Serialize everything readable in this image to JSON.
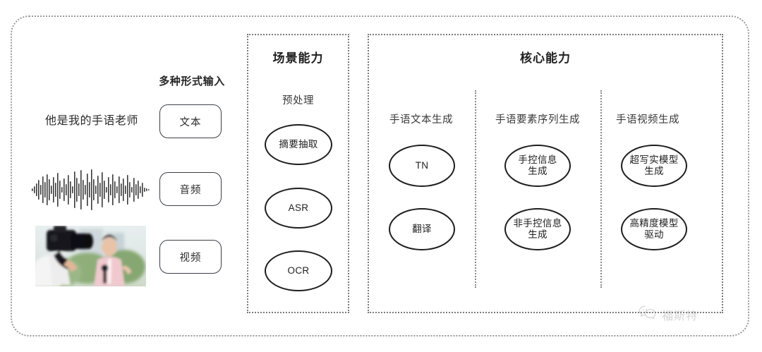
{
  "diagram": {
    "input_section": {
      "heading": "多种形式输入",
      "sample_text": "他是我的手语老师",
      "modalities": [
        {
          "label": "文本",
          "icon": "text-sample-icon"
        },
        {
          "label": "音频",
          "icon": "audio-waveform-icon"
        },
        {
          "label": "视频",
          "icon": "video-thumbnail-icon"
        }
      ]
    },
    "scene_panel": {
      "title": "场景能力",
      "group_label": "预处理",
      "nodes": [
        "摘要抽取",
        "ASR",
        "OCR"
      ]
    },
    "core_panel": {
      "title": "核心能力",
      "columns": [
        {
          "label": "手语文本生成",
          "nodes": [
            "TN",
            "翻译"
          ]
        },
        {
          "label": "手语要素序列生成",
          "nodes": [
            "手控信息\n生成",
            "非手控信息\n生成"
          ]
        },
        {
          "label": "手语视频生成",
          "nodes": [
            "超写实模型\n生成",
            "高精度模型\n驱动"
          ]
        }
      ]
    },
    "watermark": {
      "text": "福斯特",
      "icon": "wechat-icon"
    },
    "colors": {
      "frame_dotted": "#9a9a9a",
      "panel_dotted": "#7a7a7a",
      "node_stroke": "#1d1d1d",
      "chip_stroke": "#3b3f46",
      "text": "#2b2b2b",
      "watermark": "#9d9d9d"
    }
  }
}
